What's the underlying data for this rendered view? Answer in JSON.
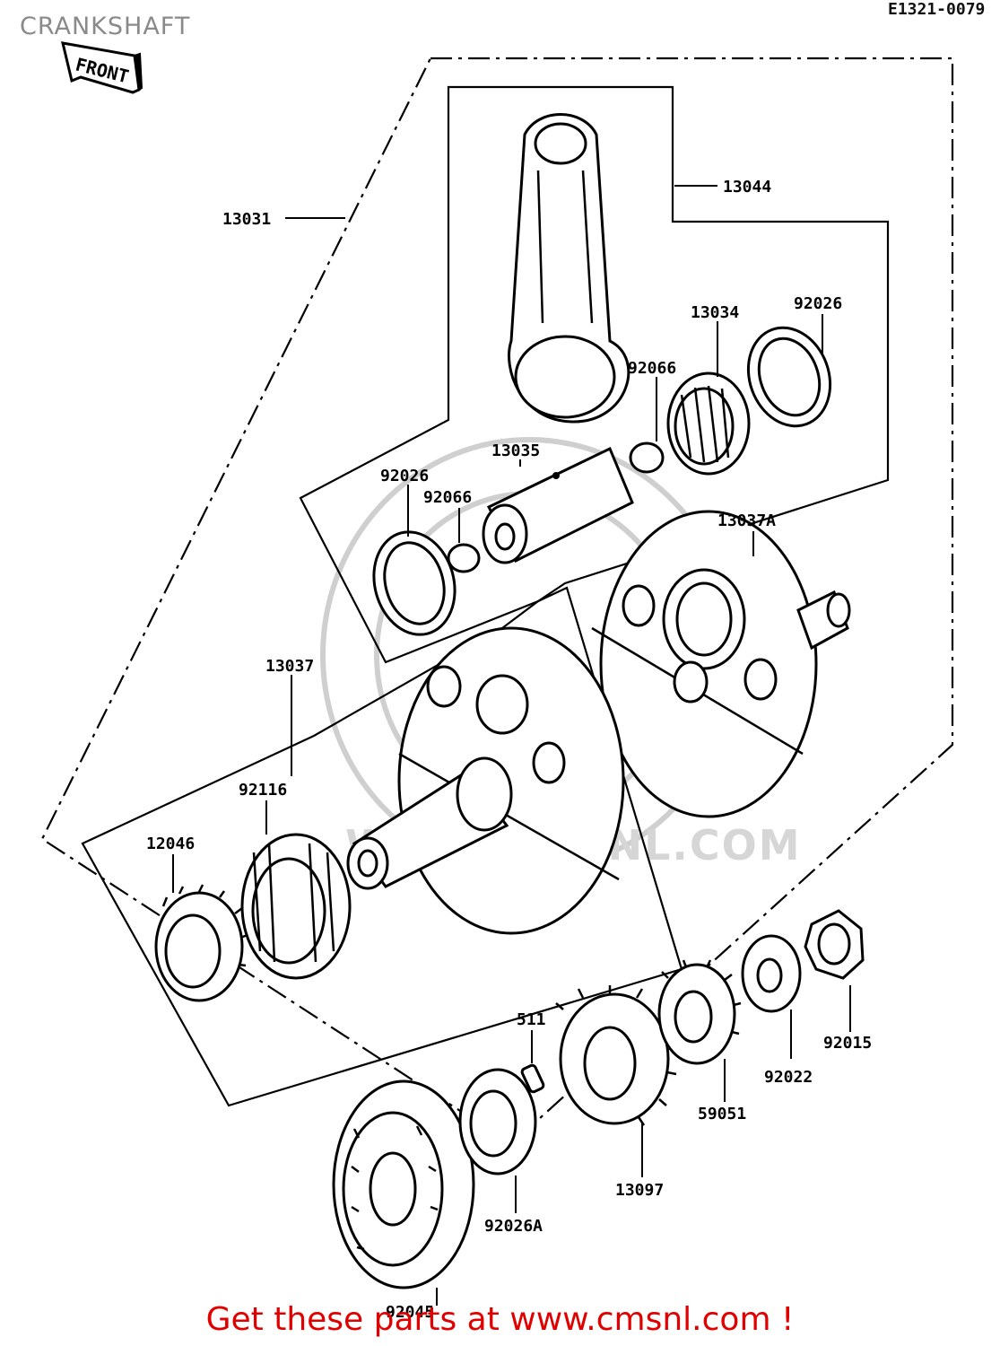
{
  "title": "CRANKSHAFT",
  "doc_id": "E1321-0079",
  "front_marker": "FRONT",
  "footer": "Get these parts at www.cmsnl.com !",
  "watermark": "WWW.CMSNL.COM",
  "colors": {
    "title": "#8a8a8a",
    "footer": "#e00000",
    "lines": "#000000"
  },
  "labels": {
    "p13044": "13044",
    "p13031": "13031",
    "p13034": "13034",
    "p92026_top": "92026",
    "p92066_top": "92066",
    "p13035": "13035",
    "p92026_left": "92026",
    "p92066_left": "92066",
    "p13037A": "13037A",
    "p13037": "13037",
    "p92116": "92116",
    "p12046": "12046",
    "p511": "511",
    "p92015": "92015",
    "p92022": "92022",
    "p59051": "59051",
    "p13097": "13097",
    "p92026A": "92026A",
    "p92045": "92045"
  }
}
